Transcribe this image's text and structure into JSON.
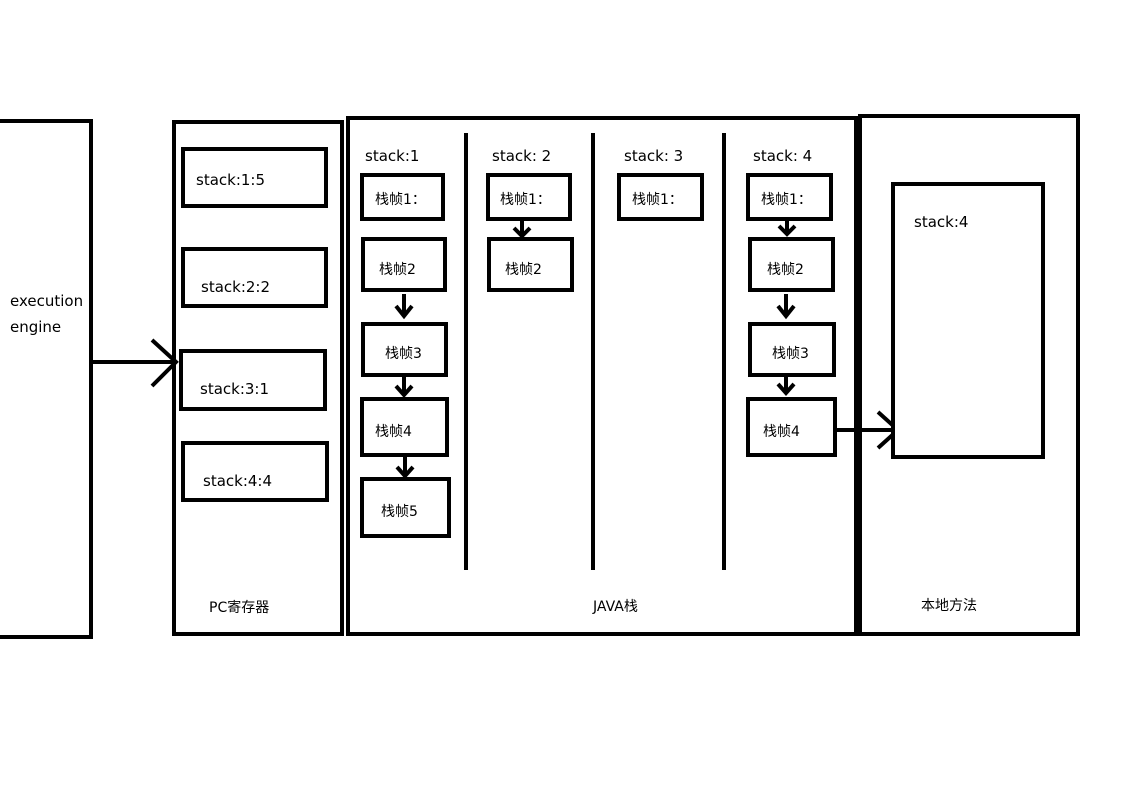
{
  "execution_engine": {
    "label_line1": "execution",
    "label_line2": "engine"
  },
  "pc_register": {
    "title": "PC寄存器",
    "entries": [
      "stack:1:5",
      "stack:2:2",
      "stack:3:1",
      "stack:4:4"
    ]
  },
  "java_stack": {
    "title": "JAVA栈",
    "stacks": [
      {
        "name": "stack:1",
        "frames": [
          "栈帧1：",
          "栈帧2",
          "栈帧3",
          "栈帧4",
          "栈帧5"
        ]
      },
      {
        "name": "stack: 2",
        "frames": [
          "栈帧1：",
          "栈帧2"
        ]
      },
      {
        "name": "stack: 3",
        "frames": [
          "栈帧1："
        ]
      },
      {
        "name": "stack: 4",
        "frames": [
          "栈帧1：",
          "栈帧2",
          "栈帧3",
          "栈帧4"
        ]
      }
    ]
  },
  "native_method": {
    "title": "本地方法",
    "inner_label": "stack:4"
  }
}
